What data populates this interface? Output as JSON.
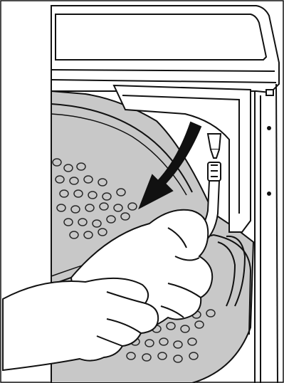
{
  "illustration": {
    "kind": "line-drawing",
    "subject_icons": [
      "dryer-drum",
      "drum-baffle",
      "hose-fitting",
      "drain-hose",
      "hands",
      "direction-arrow"
    ],
    "colors": {
      "background": "#ffffff",
      "line": "#111111",
      "drum_fill": "#c8c8c8",
      "hole_stroke": "#2a2a2a",
      "hand_fill": "#ffffff",
      "arrow_fill": "#111111"
    }
  }
}
